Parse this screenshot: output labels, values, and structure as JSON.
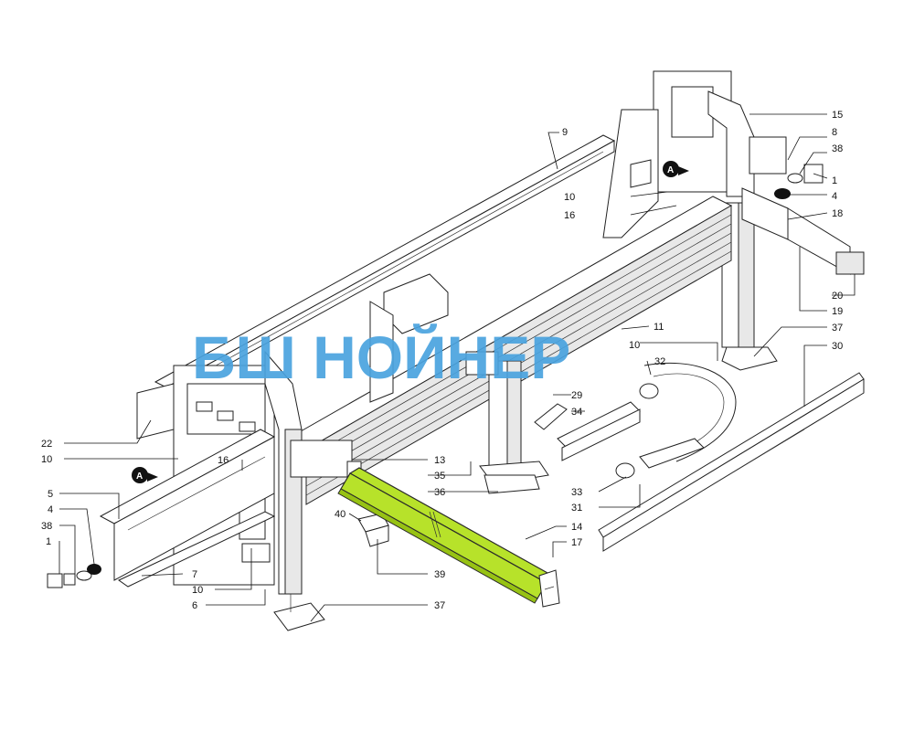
{
  "watermark": {
    "text": "БШ НОЙНЕР",
    "color_primary": "#4aa3df",
    "color_secondary": "#7a7a7a"
  },
  "view_marker": "A",
  "highlight_color": "#b7e22a",
  "callouts": [
    {
      "id": "c15",
      "text": "15"
    },
    {
      "id": "c8",
      "text": "8"
    },
    {
      "id": "c38r",
      "text": "38"
    },
    {
      "id": "c1r",
      "text": "1"
    },
    {
      "id": "c4r",
      "text": "4"
    },
    {
      "id": "c18",
      "text": "18"
    },
    {
      "id": "c20",
      "text": "20"
    },
    {
      "id": "c19",
      "text": "19"
    },
    {
      "id": "c37r",
      "text": "37"
    },
    {
      "id": "c30",
      "text": "30"
    },
    {
      "id": "c9",
      "text": "9"
    },
    {
      "id": "c10a",
      "text": "10"
    },
    {
      "id": "c16a",
      "text": "16"
    },
    {
      "id": "c11",
      "text": "11"
    },
    {
      "id": "c10b",
      "text": "10"
    },
    {
      "id": "c32",
      "text": "32"
    },
    {
      "id": "c29",
      "text": "29"
    },
    {
      "id": "c34",
      "text": "34"
    },
    {
      "id": "c22",
      "text": "22"
    },
    {
      "id": "c10c",
      "text": "10"
    },
    {
      "id": "c16b",
      "text": "16"
    },
    {
      "id": "c13",
      "text": "13"
    },
    {
      "id": "c35",
      "text": "35"
    },
    {
      "id": "c36",
      "text": "36"
    },
    {
      "id": "c33",
      "text": "33"
    },
    {
      "id": "c31",
      "text": "31"
    },
    {
      "id": "c5",
      "text": "5"
    },
    {
      "id": "c4l",
      "text": "4"
    },
    {
      "id": "c38l",
      "text": "38"
    },
    {
      "id": "c1l",
      "text": "1"
    },
    {
      "id": "c40",
      "text": "40"
    },
    {
      "id": "c14",
      "text": "14"
    },
    {
      "id": "c17",
      "text": "17"
    },
    {
      "id": "c39",
      "text": "39"
    },
    {
      "id": "c7",
      "text": "7"
    },
    {
      "id": "c10d",
      "text": "10"
    },
    {
      "id": "c6",
      "text": "6"
    },
    {
      "id": "c37l",
      "text": "37"
    }
  ]
}
